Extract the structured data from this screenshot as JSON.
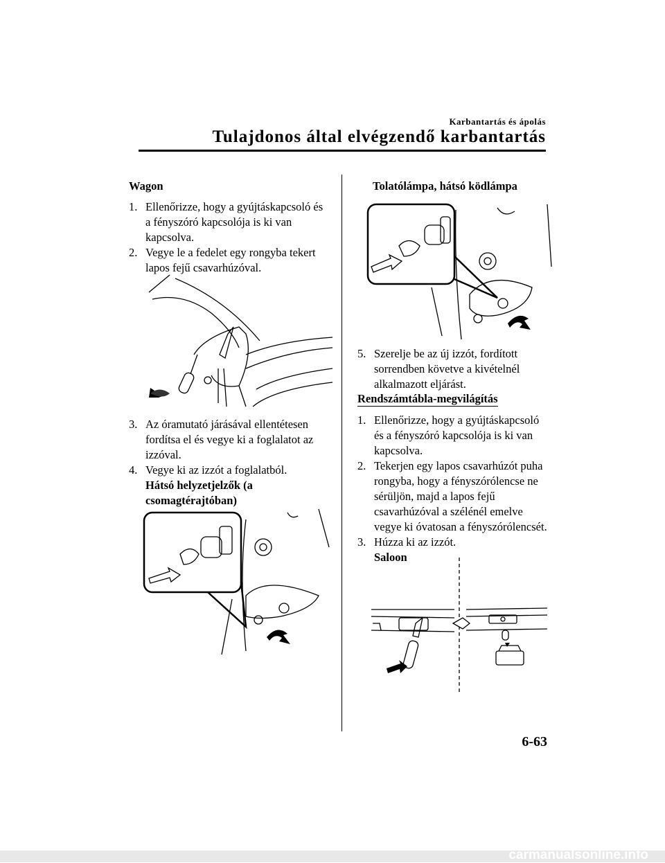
{
  "header": {
    "subtitle": "Karbantartás és ápolás",
    "title": "Tulajdonos által elvégzendő karbantartás"
  },
  "left": {
    "heading": "Wagon",
    "steps_a": [
      {
        "num": "1.",
        "text": "Ellenőrizze, hogy a gyújtáskapcsoló és a fényszóró kapcsolója is ki van kapcsolva."
      },
      {
        "num": "2.",
        "text": "Vegye le a fedelet egy rongyba tekert lapos fejű csavarhúzóval."
      }
    ],
    "steps_b": [
      {
        "num": "3.",
        "text": "Az óramutató járásával ellentétesen fordítsa el és vegye ki a foglalatot az izzóval."
      },
      {
        "num": "4.",
        "text": "Vegye ki az izzót a foglalatból."
      }
    ],
    "subheading": "Hátsó helyzetjelzők (a csomagtérajtóban)"
  },
  "right": {
    "heading": "Tolatólámpa, hátsó ködlámpa",
    "step5": {
      "num": "5.",
      "text": "Szerelje be az új izzót, fordított sorrendben követve a kivételnél alkalmazott eljárást."
    },
    "section": "Rendszámtábla-megvilágítás",
    "steps": [
      {
        "num": "1.",
        "text": "Ellenőrizze, hogy a gyújtáskapcsoló és a fényszóró kapcsolója is ki van kapcsolva."
      },
      {
        "num": "2.",
        "text": "Tekerjen egy lapos csavarhúzót puha rongyba, hogy a fényszórólencse ne sérüljön, majd a lapos fejű csavarhúzóval a szélénél emelve vegye ki óvatosan a fényszórólencsét."
      },
      {
        "num": "3.",
        "text": "Húzza ki az izzót."
      }
    ],
    "subheading": "Saloon"
  },
  "page_number": "6-63",
  "footer": "carmanualsonline.info"
}
